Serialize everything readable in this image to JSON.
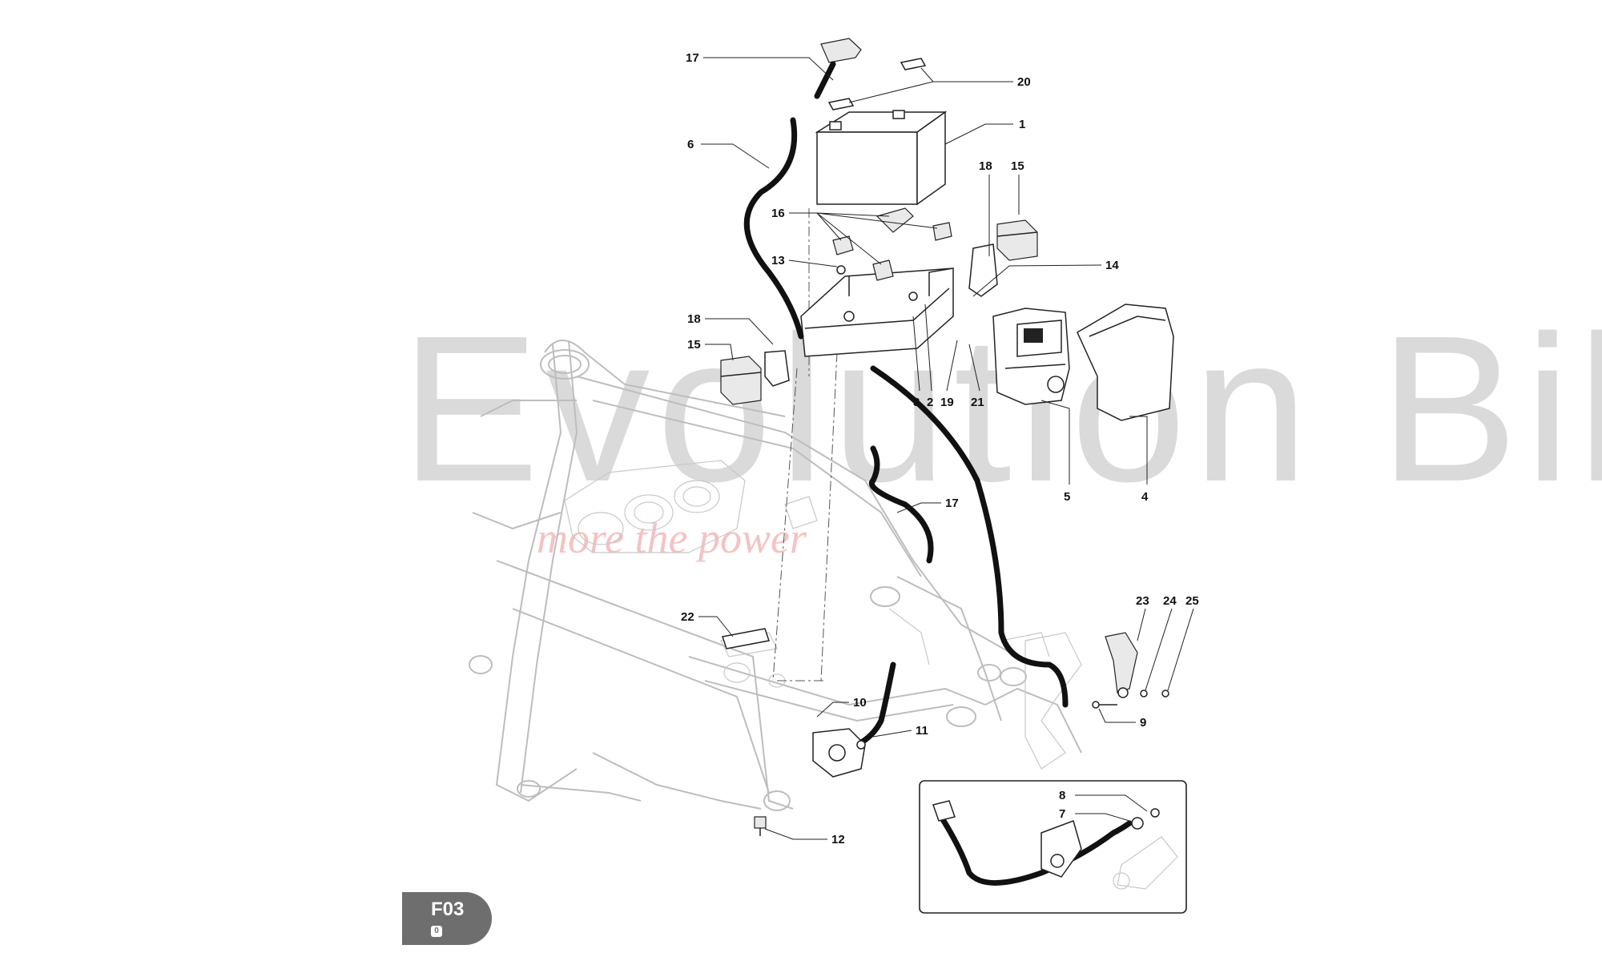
{
  "watermark": {
    "main": "Evolution Bike",
    "tagline": "more the power"
  },
  "badge": {
    "code": "F03",
    "revision": "0"
  },
  "callouts": [
    {
      "id": "c17a",
      "label": "17"
    },
    {
      "id": "c20",
      "label": "20"
    },
    {
      "id": "c1",
      "label": "1"
    },
    {
      "id": "c6",
      "label": "6"
    },
    {
      "id": "c18a",
      "label": "18"
    },
    {
      "id": "c15a",
      "label": "15"
    },
    {
      "id": "c16",
      "label": "16"
    },
    {
      "id": "c13",
      "label": "13"
    },
    {
      "id": "c14",
      "label": "14"
    },
    {
      "id": "c18b",
      "label": "18"
    },
    {
      "id": "c15b",
      "label": "15"
    },
    {
      "id": "c3",
      "label": "3"
    },
    {
      "id": "c2",
      "label": "2"
    },
    {
      "id": "c19",
      "label": "19"
    },
    {
      "id": "c21",
      "label": "21"
    },
    {
      "id": "c5",
      "label": "5"
    },
    {
      "id": "c4",
      "label": "4"
    },
    {
      "id": "c17b",
      "label": "17"
    },
    {
      "id": "c22",
      "label": "22"
    },
    {
      "id": "c23",
      "label": "23"
    },
    {
      "id": "c24",
      "label": "24"
    },
    {
      "id": "c25",
      "label": "25"
    },
    {
      "id": "c10",
      "label": "10"
    },
    {
      "id": "c11",
      "label": "11"
    },
    {
      "id": "c9",
      "label": "9"
    },
    {
      "id": "c8",
      "label": "8"
    },
    {
      "id": "c7",
      "label": "7"
    },
    {
      "id": "c12",
      "label": "12"
    }
  ]
}
